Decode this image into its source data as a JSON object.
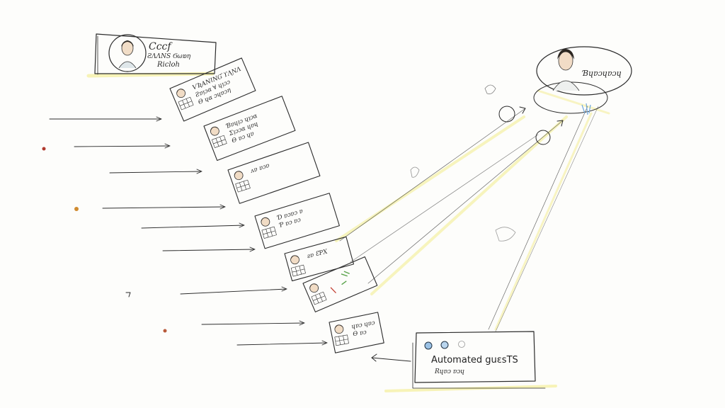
{
  "top_card": {
    "line1": "Cccf",
    "line2": "ƧΛΛNS  Ϭωɒη",
    "line3": "Ricloh"
  },
  "cards": [
    {
      "label": "ѴƦΑΝƖΝƓ  ϒΛƝΛ\nƧɐᴉɔα ∀ ɥᴉɔɔ\nƟ ɥα ɔɥɐɔη"
    },
    {
      "label": "Ɓɐɥᴉɔ ɥᴉɔα\nƩᴉɔɔα ɥɐɥ\nƟ ɐɔ ɥɐ"
    },
    {
      "label": "ᴧɐ ɐɔɐ"
    },
    {
      "label": "Ɗ ɐɔɐɔ ɐ\nƤ ɐɔ ɐɔ"
    },
    {
      "label": "ƨɐ ƐƤX"
    },
    {
      "label": ""
    },
    {
      "label": "ɥɐɔ ɥɐɔ\nƟ ɐɔ"
    }
  ],
  "target_person": {
    "label": "Ɓɥɐɔɥɐɔɥ"
  },
  "automation_box": {
    "title": "Automated guɛsTS",
    "subtitle": "Rɥɐɔ ɐɔɥ"
  }
}
